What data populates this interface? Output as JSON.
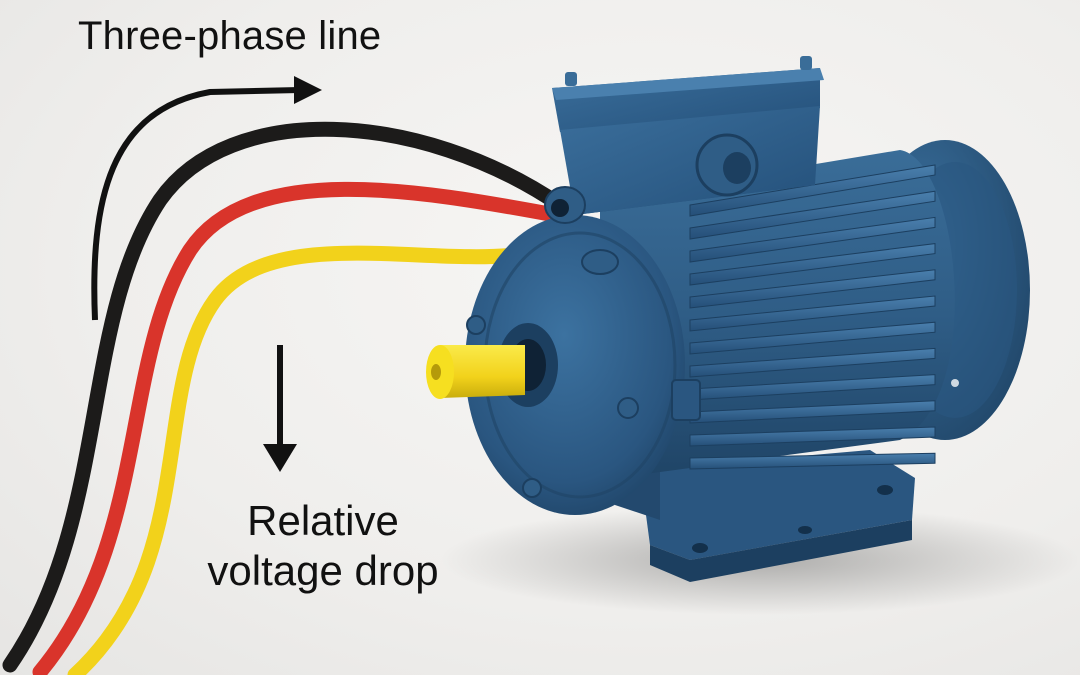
{
  "labels": {
    "top": "Three-phase line",
    "bottom_line1": "Relative",
    "bottom_line2": "voltage drop"
  },
  "colors": {
    "background": "#f2f1ef",
    "motor": "#2f5d86",
    "motor_dark": "#1f4466",
    "wire_black": "#1c1b1a",
    "wire_red": "#d9342b",
    "wire_yellow": "#f2d21b",
    "shaft": "#f2dc17",
    "arrow": "#111111"
  },
  "icons": {
    "arrow_curved": "curved-arrow-right-icon",
    "arrow_down": "arrow-down-icon"
  }
}
